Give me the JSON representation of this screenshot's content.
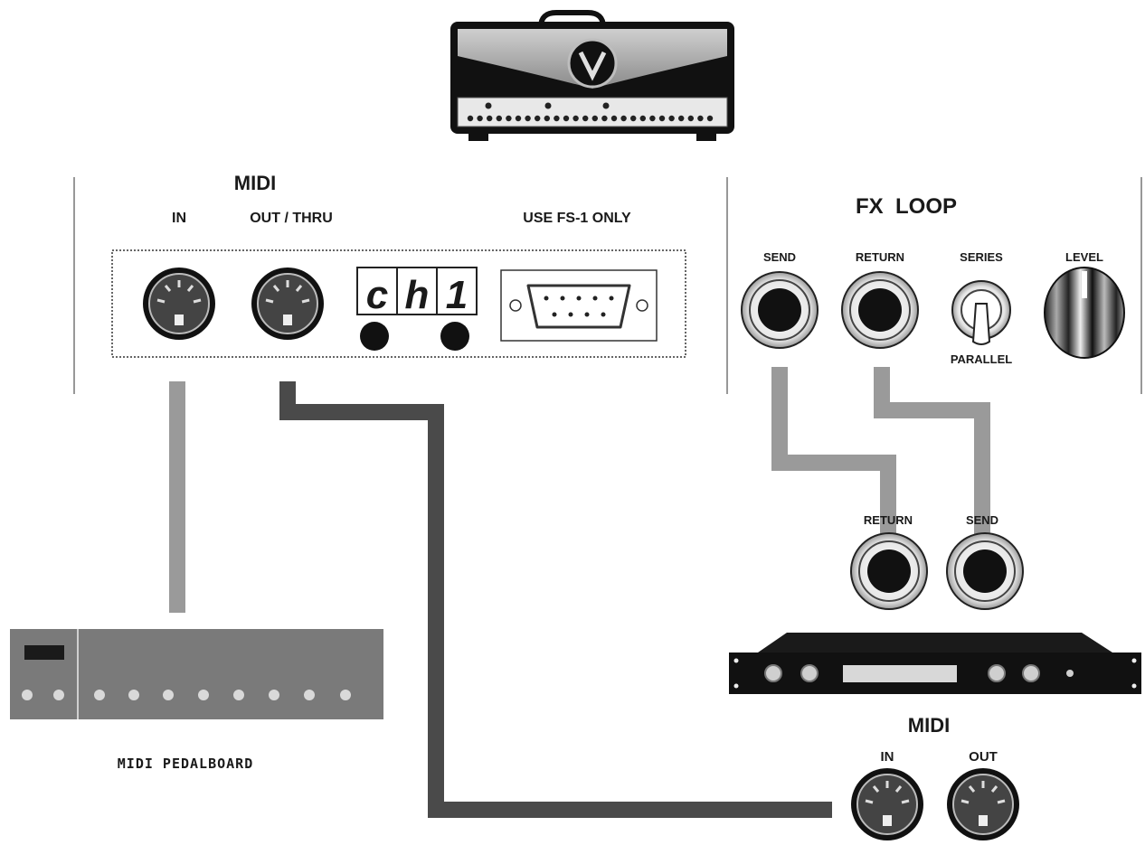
{
  "midi_panel": {
    "title": "MIDI",
    "in_label": "IN",
    "out_thru_label": "OUT / THRU",
    "fs_label": "USE FS-1 ONLY",
    "display_chars": [
      "c",
      "h",
      "1"
    ]
  },
  "fx_loop": {
    "title": "FX  LOOP",
    "send_label": "SEND",
    "return_label": "RETURN",
    "series_label": "SERIES",
    "parallel_label": "PARALLEL",
    "level_label": "LEVEL"
  },
  "effects_unit": {
    "return_label": "RETURN",
    "send_label": "SEND",
    "midi_title": "MIDI",
    "in_label": "IN",
    "out_label": "OUT"
  },
  "pedalboard": {
    "label": "MIDI PEDALBOARD"
  },
  "colors": {
    "cable_light": "#9a9a9a",
    "cable_dark": "#4a4a4a",
    "ink": "#1a1a1a",
    "pedalboard": "#7a7a7a"
  }
}
